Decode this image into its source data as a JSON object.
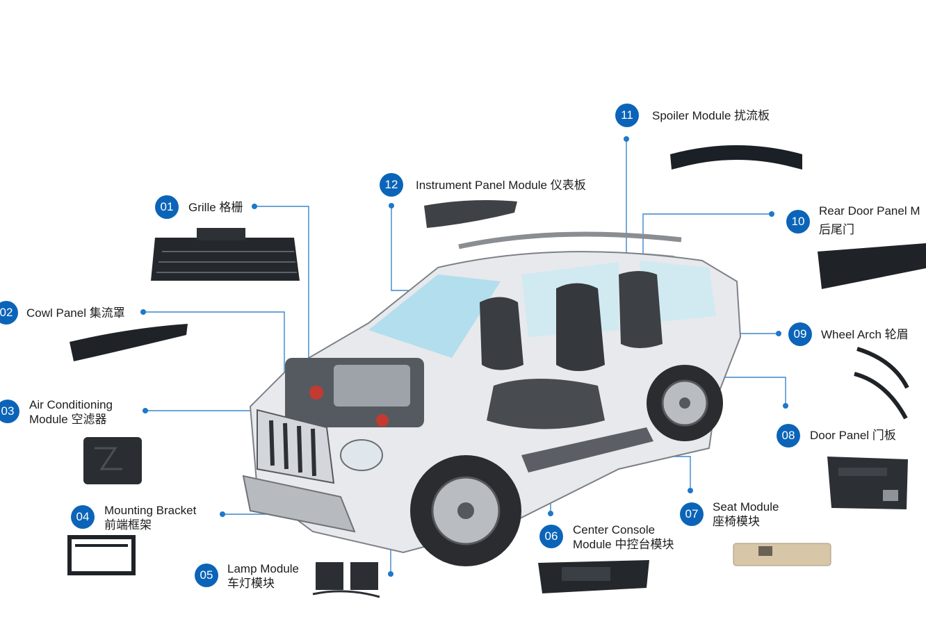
{
  "callouts": [
    {
      "num": "01",
      "label": "Grille 格栅"
    },
    {
      "num": "02",
      "label": "Cowl Panel 集流罩"
    },
    {
      "num": "03",
      "label": "Air Conditioning",
      "label2": "Module 空滤器"
    },
    {
      "num": "04",
      "label": "Mounting Bracket",
      "label2": "前端框架"
    },
    {
      "num": "05",
      "label": "Lamp Module",
      "label2": "车灯模块"
    },
    {
      "num": "06",
      "label": "Center Console",
      "label2": "Module 中控台模块"
    },
    {
      "num": "07",
      "label": "Seat Module",
      "label2": "座椅模块"
    },
    {
      "num": "08",
      "label": "Door Panel 门板"
    },
    {
      "num": "09",
      "label": "Wheel Arch 轮眉"
    },
    {
      "num": "10",
      "label": "Rear Door Panel M",
      "label2": "后尾门"
    },
    {
      "num": "11",
      "label": "Spoiler Module 扰流板"
    },
    {
      "num": "12",
      "label": "Instrument Panel Module 仪表板"
    }
  ],
  "colors": {
    "badge": "#0b64b8",
    "leader": "#3a86cc",
    "car_body": "#c9ccd0",
    "part_dark": "#1d2126",
    "seat": "#3a3d42",
    "glass": "#8fd0e8"
  }
}
